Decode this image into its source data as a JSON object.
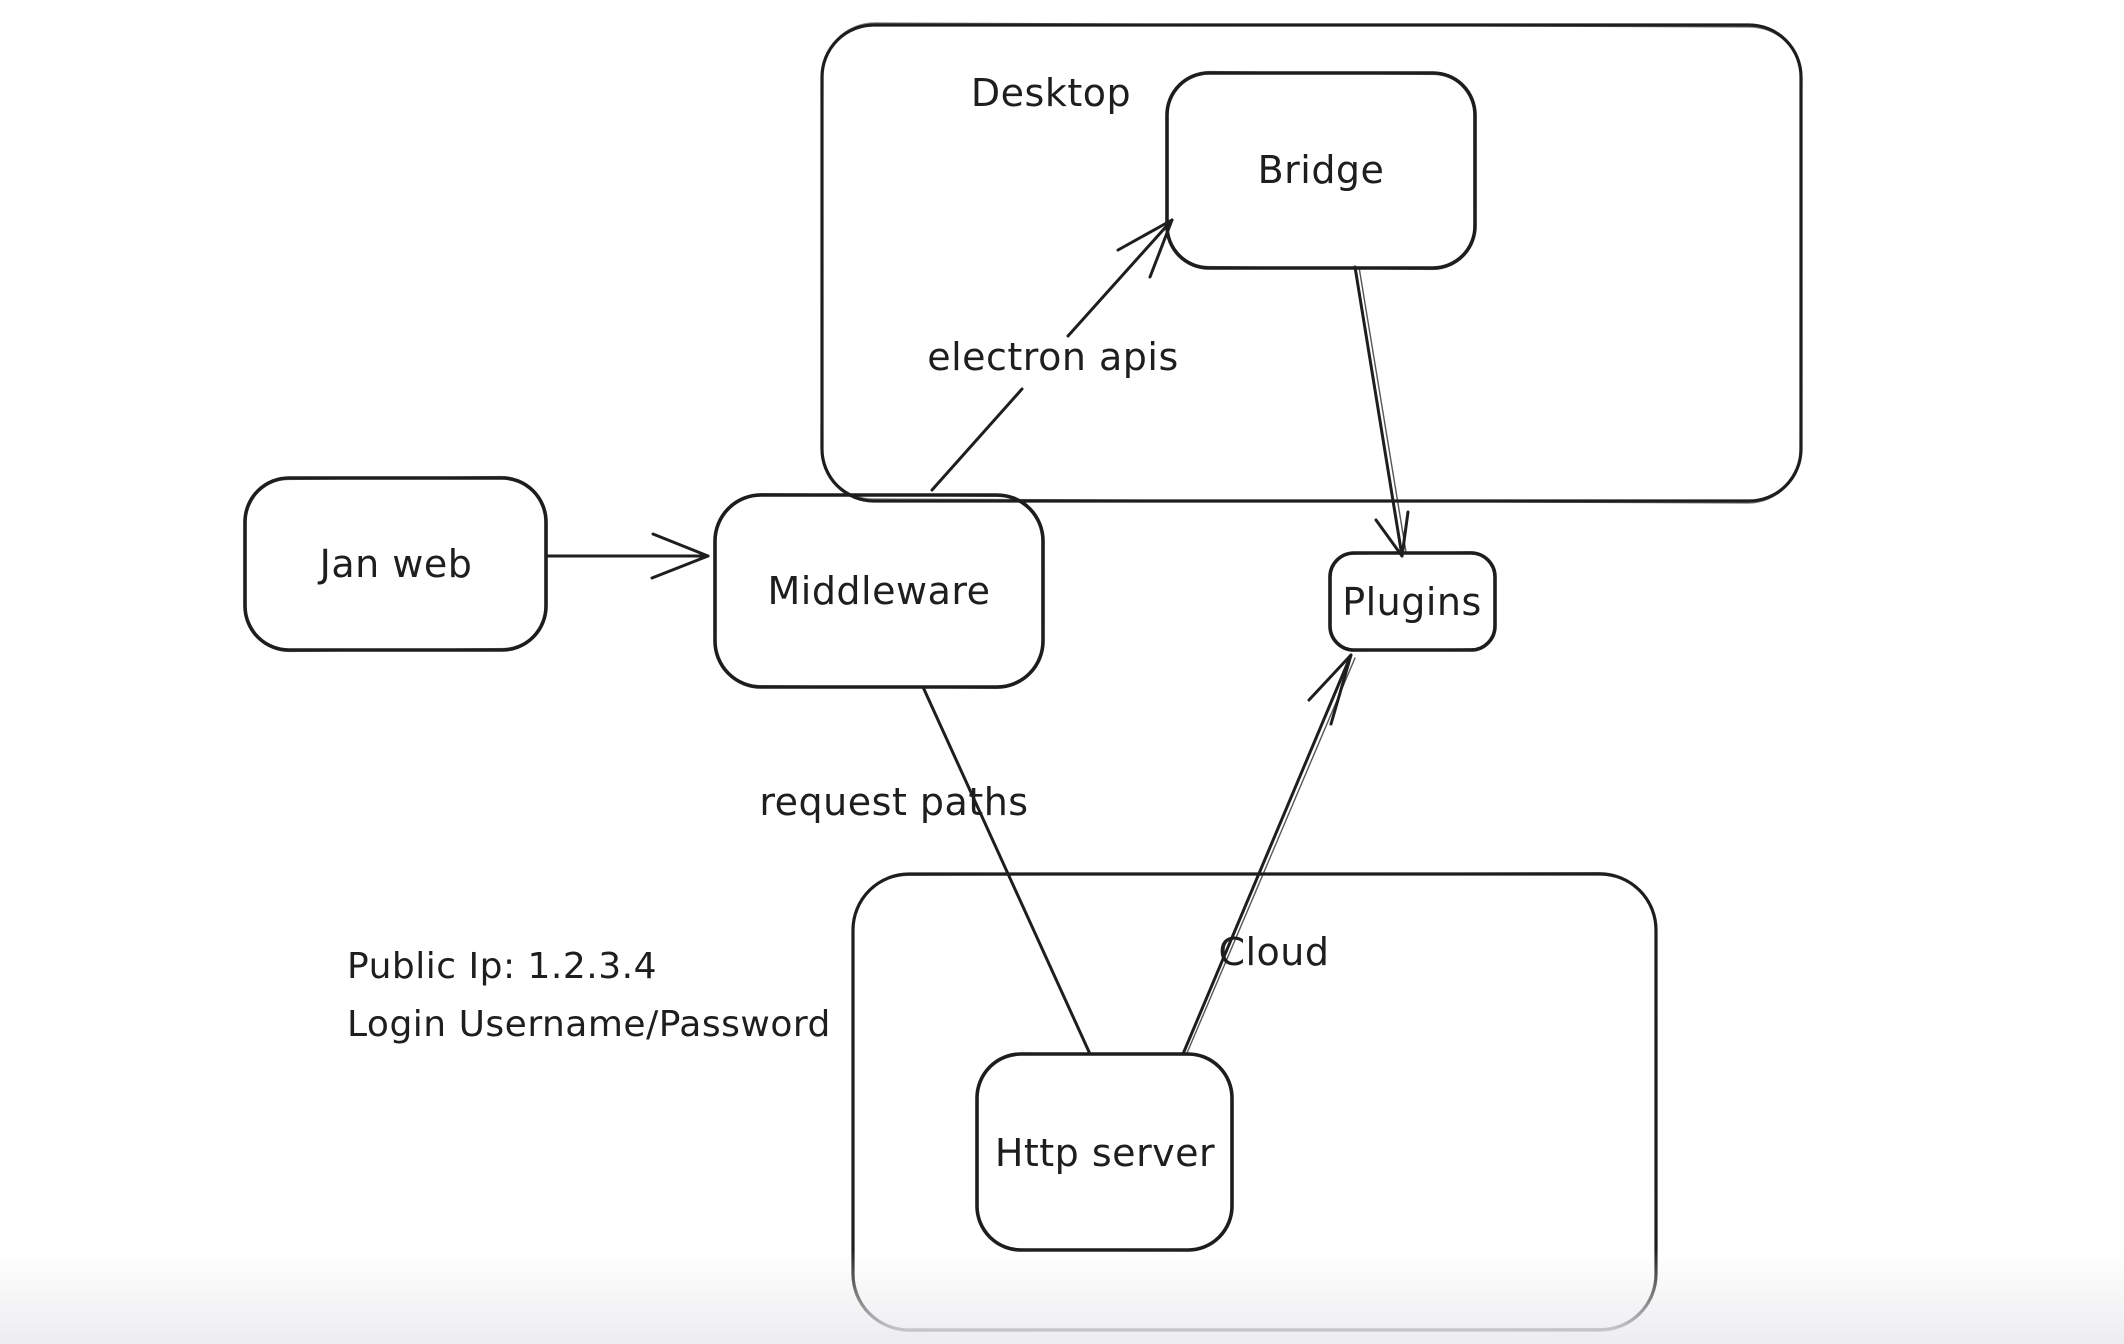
{
  "canvas": {
    "background_color": "#ffffff",
    "stroke_color": "#1e1e1e",
    "bottom_fade_color": "#ececef"
  },
  "containers": {
    "desktop": {
      "label": "Desktop"
    },
    "cloud": {
      "label": "Cloud"
    }
  },
  "nodes": {
    "jan_web": {
      "label": "Jan web"
    },
    "middleware": {
      "label": "Middleware"
    },
    "bridge": {
      "label": "Bridge"
    },
    "plugins": {
      "label": "Plugins"
    },
    "http_server": {
      "label": "Http server"
    }
  },
  "edges": {
    "middleware_to_bridge": {
      "label": "electron apis"
    },
    "middleware_to_http_server": {
      "label": "request paths"
    }
  },
  "note": {
    "line1": "Public Ip: 1.2.3.4",
    "line2": "Login Username/Password"
  }
}
